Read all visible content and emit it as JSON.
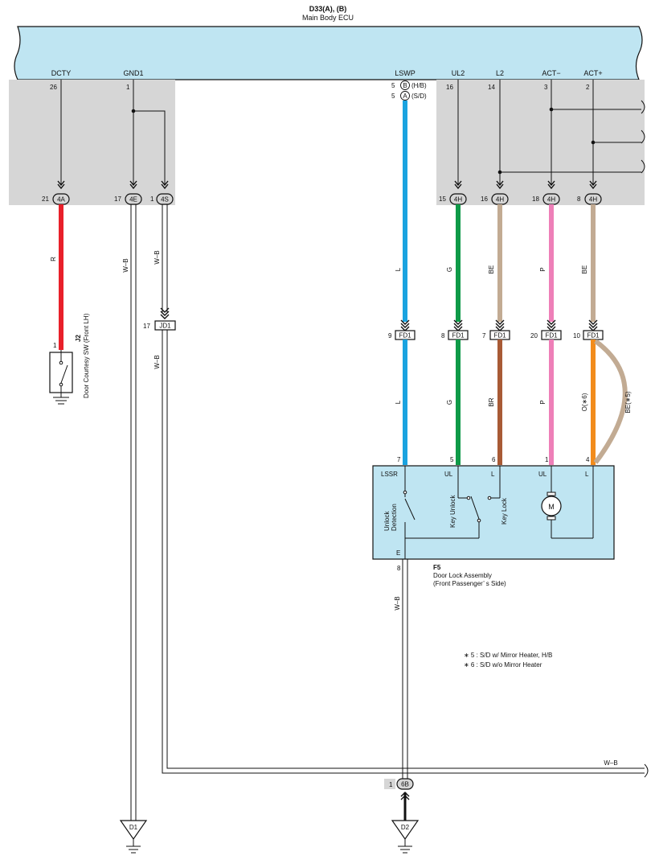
{
  "ecu": {
    "code": "D33(A), (B)",
    "name": "Main Body ECU",
    "terminals": [
      "DCTY",
      "GND1",
      "LSWP",
      "UL2",
      "L2",
      "ACT−",
      "ACT+"
    ],
    "pins": [
      "26",
      "1",
      "16",
      "14",
      "3",
      "2"
    ],
    "lswp_pins": [
      {
        "pin": "5",
        "conn": "B",
        "variant": "(H/B)"
      },
      {
        "pin": "5",
        "conn": "A",
        "variant": "(S/D)"
      }
    ]
  },
  "connectors": {
    "c4a": {
      "pin": "21",
      "code": "4A"
    },
    "c4e": {
      "pin": "17",
      "code": "4E"
    },
    "c4s": {
      "pin": "1",
      "code": "4S"
    },
    "c4h_ul2": {
      "pin": "15",
      "code": "4H"
    },
    "c4h_l2": {
      "pin": "16",
      "code": "4H"
    },
    "c4h_actm": {
      "pin": "18",
      "code": "4H"
    },
    "c4h_actp": {
      "pin": "8",
      "code": "4H"
    },
    "jd1": {
      "pin": "17",
      "code": "JD1"
    },
    "fd1": [
      {
        "pin": "9",
        "code": "FD1"
      },
      {
        "pin": "8",
        "code": "FD1"
      },
      {
        "pin": "7",
        "code": "FD1"
      },
      {
        "pin": "20",
        "code": "FD1"
      },
      {
        "pin": "10",
        "code": "FD1"
      }
    ],
    "c6b": {
      "pin": "1",
      "code": "6B"
    }
  },
  "wire_colors": {
    "r": "R",
    "wb": "W–B",
    "l": "L",
    "g": "G",
    "be": "BE",
    "p": "P",
    "br": "BR",
    "o6": "O(∗6)",
    "be5": "BE(∗5)"
  },
  "colors": {
    "red": "#e8202a",
    "blue": "#1aa3e0",
    "green": "#0f9a48",
    "beige": "#c2ab93",
    "pink": "#ee7fb8",
    "brown": "#a85a35",
    "orange": "#f28c1c",
    "ecu_fill": "#bfe5f2",
    "shade": "#d6d6d6",
    "assembly_fill": "#bfe5f2"
  },
  "door_sw": {
    "code": "J2",
    "name": "Door Courtesy SW (Front LH)",
    "pin": "1"
  },
  "assembly": {
    "code": "F5",
    "name_line1": "Door Lock Assembly",
    "name_line2": "(Front Passenger’ s Side)",
    "top_pins": [
      "7",
      "5",
      "6",
      "1",
      "4"
    ],
    "terminals": [
      "LSSR",
      "UL",
      "L",
      "UL",
      "L"
    ],
    "e_label": "E",
    "e_pin": "8",
    "sw_labels": [
      "Unlock",
      "Detection",
      "Key Unlock",
      "Key Lock"
    ],
    "motor": "M"
  },
  "notes": [
    "∗ 5 : S/D w/ Mirror Heater,  H/B",
    "∗ 6 : S/D w/o Mirror Heater"
  ],
  "grounds": [
    "D1",
    "D2"
  ]
}
